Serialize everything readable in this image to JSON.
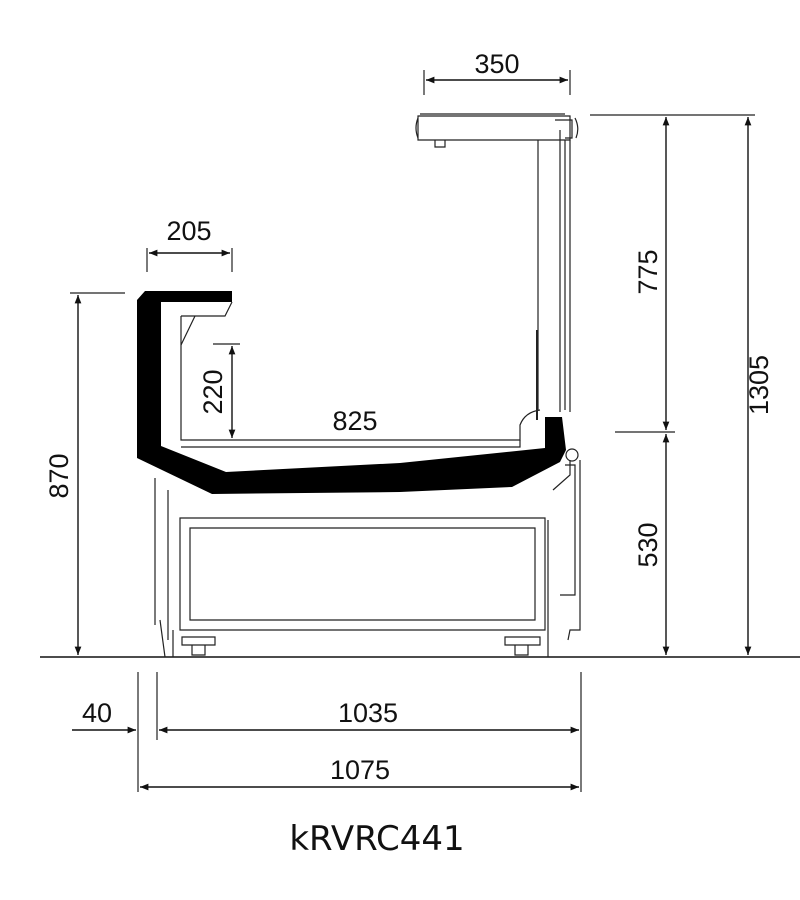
{
  "model": "kRVRC441",
  "dimensions": {
    "canopy_depth": "350",
    "front_top_depth": "205",
    "front_lip_height": "220",
    "display_depth": "825",
    "front_height": "870",
    "canopy_height": "775",
    "base_height": "530",
    "total_height": "1305",
    "front_overhang": "40",
    "body_depth": "1035",
    "total_depth": "1075"
  },
  "colors": {
    "line": "#111111",
    "background": "#ffffff"
  }
}
